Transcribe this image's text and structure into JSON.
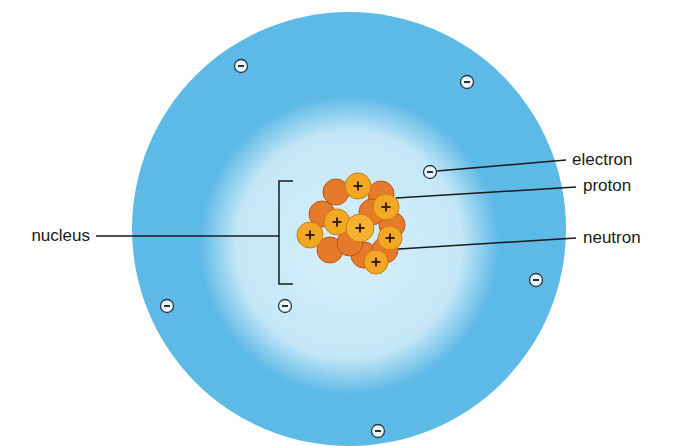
{
  "diagram": {
    "labels": [
      "electron",
      "proton",
      "neutron",
      "nucleus"
    ]
  }
}
